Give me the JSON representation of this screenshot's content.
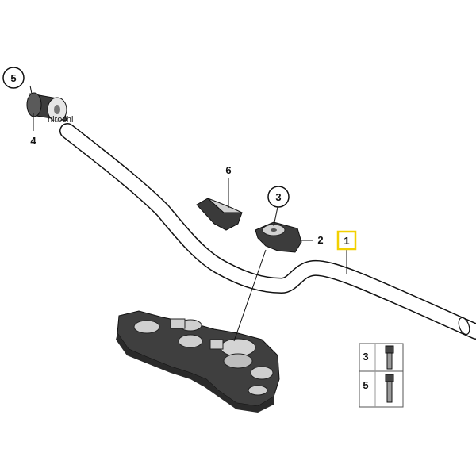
{
  "watermark": "hirochi",
  "callouts": {
    "c1": "1",
    "c2": "2",
    "c3": "3",
    "c4": "4",
    "c5": "5",
    "c6": "6"
  },
  "legend": {
    "row1_label": "3",
    "row2_label": "5"
  },
  "colors": {
    "highlight": "#f2d000",
    "part_dark": "#3a3a3a",
    "part_light": "#c8c8c8"
  }
}
